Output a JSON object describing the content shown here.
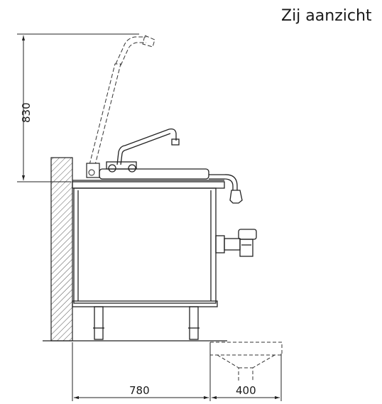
{
  "title": "Zij aanzicht",
  "dimensions": {
    "height_lever": "830",
    "depth_unit": "780",
    "depth_drain": "400"
  }
}
